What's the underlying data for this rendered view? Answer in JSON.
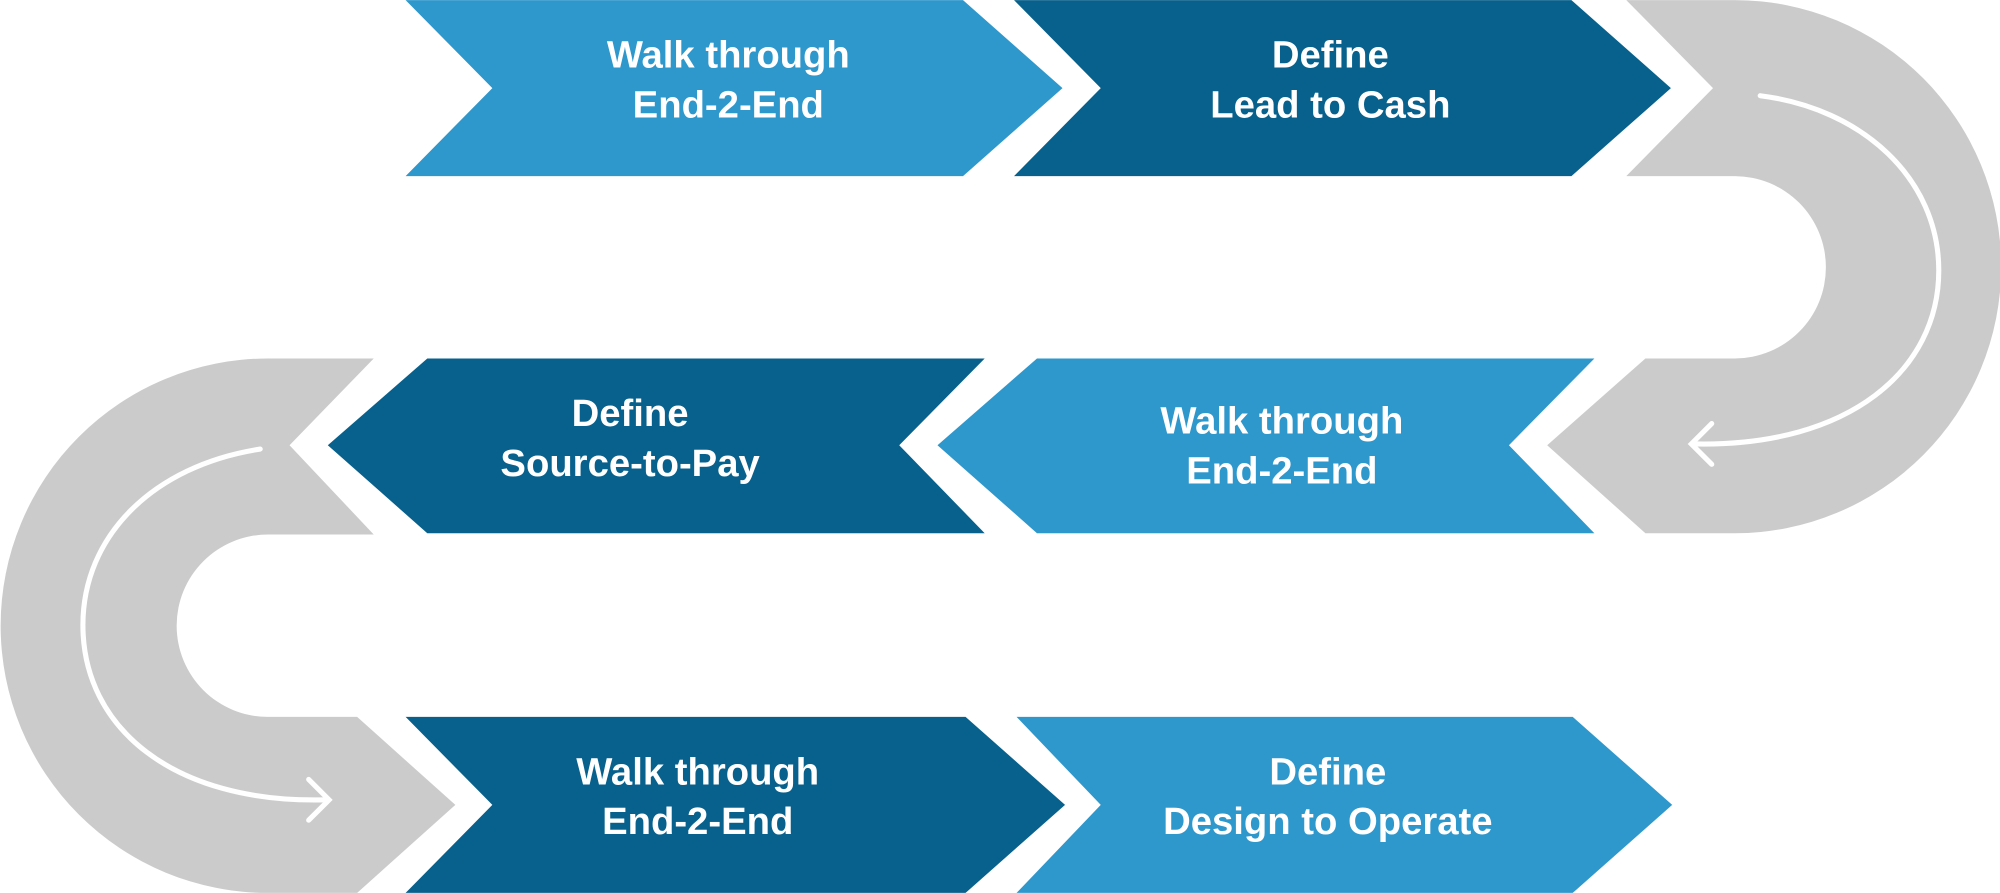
{
  "colors": {
    "light": "#2E97CC",
    "dark": "#07618C",
    "connector": "#CBCBCB",
    "arrow": "#FFFFFF"
  },
  "steps": [
    {
      "line1": "Walk through",
      "line2": "End-2-End",
      "tone": "light"
    },
    {
      "line1": "Define",
      "line2": "Lead to Cash",
      "tone": "dark"
    },
    {
      "line1": "Walk through",
      "line2": "End-2-End",
      "tone": "light"
    },
    {
      "line1": "Define",
      "line2": "Source-to-Pay",
      "tone": "dark"
    },
    {
      "line1": "Walk through",
      "line2": "End-2-End",
      "tone": "dark"
    },
    {
      "line1": "Define",
      "line2": "Design to Operate",
      "tone": "light"
    }
  ]
}
